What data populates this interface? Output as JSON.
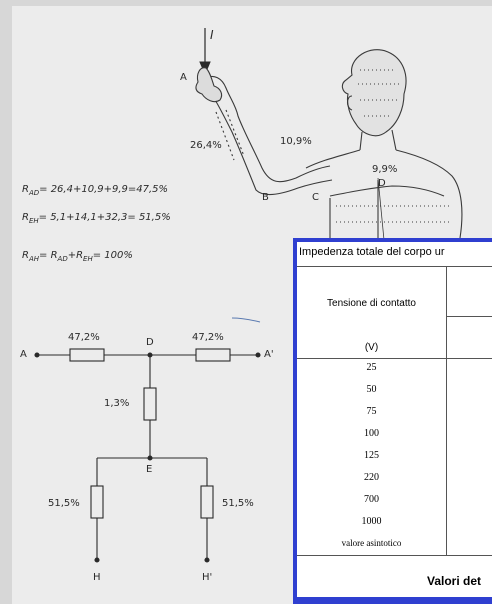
{
  "diagram": {
    "current_label": "I",
    "points": {
      "A": "A",
      "B": "B",
      "C": "C",
      "D": "D"
    },
    "arm_percentages": [
      "26,4%",
      "10,9%",
      "9,9%"
    ],
    "formulas": [
      "R_AD = 26,4+10,9+9,9=47,5%",
      "R_EH = 5,1+14,1+32,3= 51,5%",
      "R_AH = R_AD+R_EH = 100%"
    ],
    "formula_display": [
      {
        "sym": "R",
        "sub": "AD",
        "rest": "= 26,4+10,9+9,9=47,5%"
      },
      {
        "sym": "R",
        "sub": "EH",
        "rest": "= 5,1+14,1+32,3= 51,5%"
      },
      {
        "sym": "R",
        "sub": "AH",
        "rest": "= R",
        "sub2": "AD",
        "rest2": "+R",
        "sub3": "EH",
        "rest3": "= 100%"
      }
    ]
  },
  "circuit": {
    "nodes": {
      "A": "A",
      "D": "D",
      "A_prime": "A'",
      "E": "E",
      "H": "H",
      "H_prime": "H'"
    },
    "resistors": {
      "left": "47,2%",
      "right": "47,2%",
      "middle": "1,3%",
      "bottom_left": "51,5%",
      "bottom_right": "51,5%"
    }
  },
  "table": {
    "title": "Impedenza totale del corpo ur",
    "header_voltage": "Tensione di contatto",
    "header_unit": "(V)",
    "rows": [
      "25",
      "50",
      "75",
      "100",
      "125",
      "220",
      "700",
      "1000",
      "valore asintotico"
    ],
    "footer": "Valori det"
  },
  "colors": {
    "window_border": "#2f3fd0",
    "background": "#ececec",
    "ink": "#2a2a2a"
  }
}
